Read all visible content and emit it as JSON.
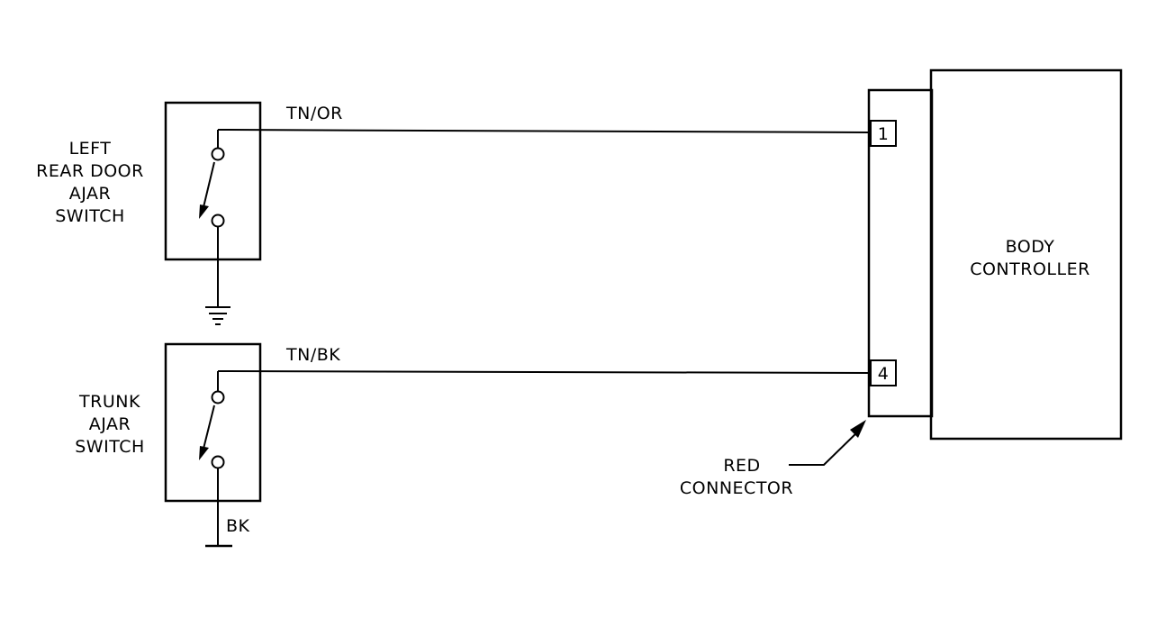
{
  "components": {
    "left_rear_door_switch": {
      "label_lines": [
        "LEFT",
        "REAR DOOR",
        "AJAR",
        "SWITCH"
      ]
    },
    "trunk_switch": {
      "label_lines": [
        "TRUNK",
        "AJAR",
        "SWITCH"
      ]
    },
    "body_controller": {
      "label_lines": [
        "BODY",
        "CONTROLLER"
      ]
    },
    "connector": {
      "label_lines": [
        "RED",
        "CONNECTOR"
      ],
      "pins": [
        "1",
        "4"
      ]
    }
  },
  "wires": {
    "door_signal": "TN/OR",
    "trunk_signal": "TN/BK",
    "trunk_ground": "BK"
  }
}
